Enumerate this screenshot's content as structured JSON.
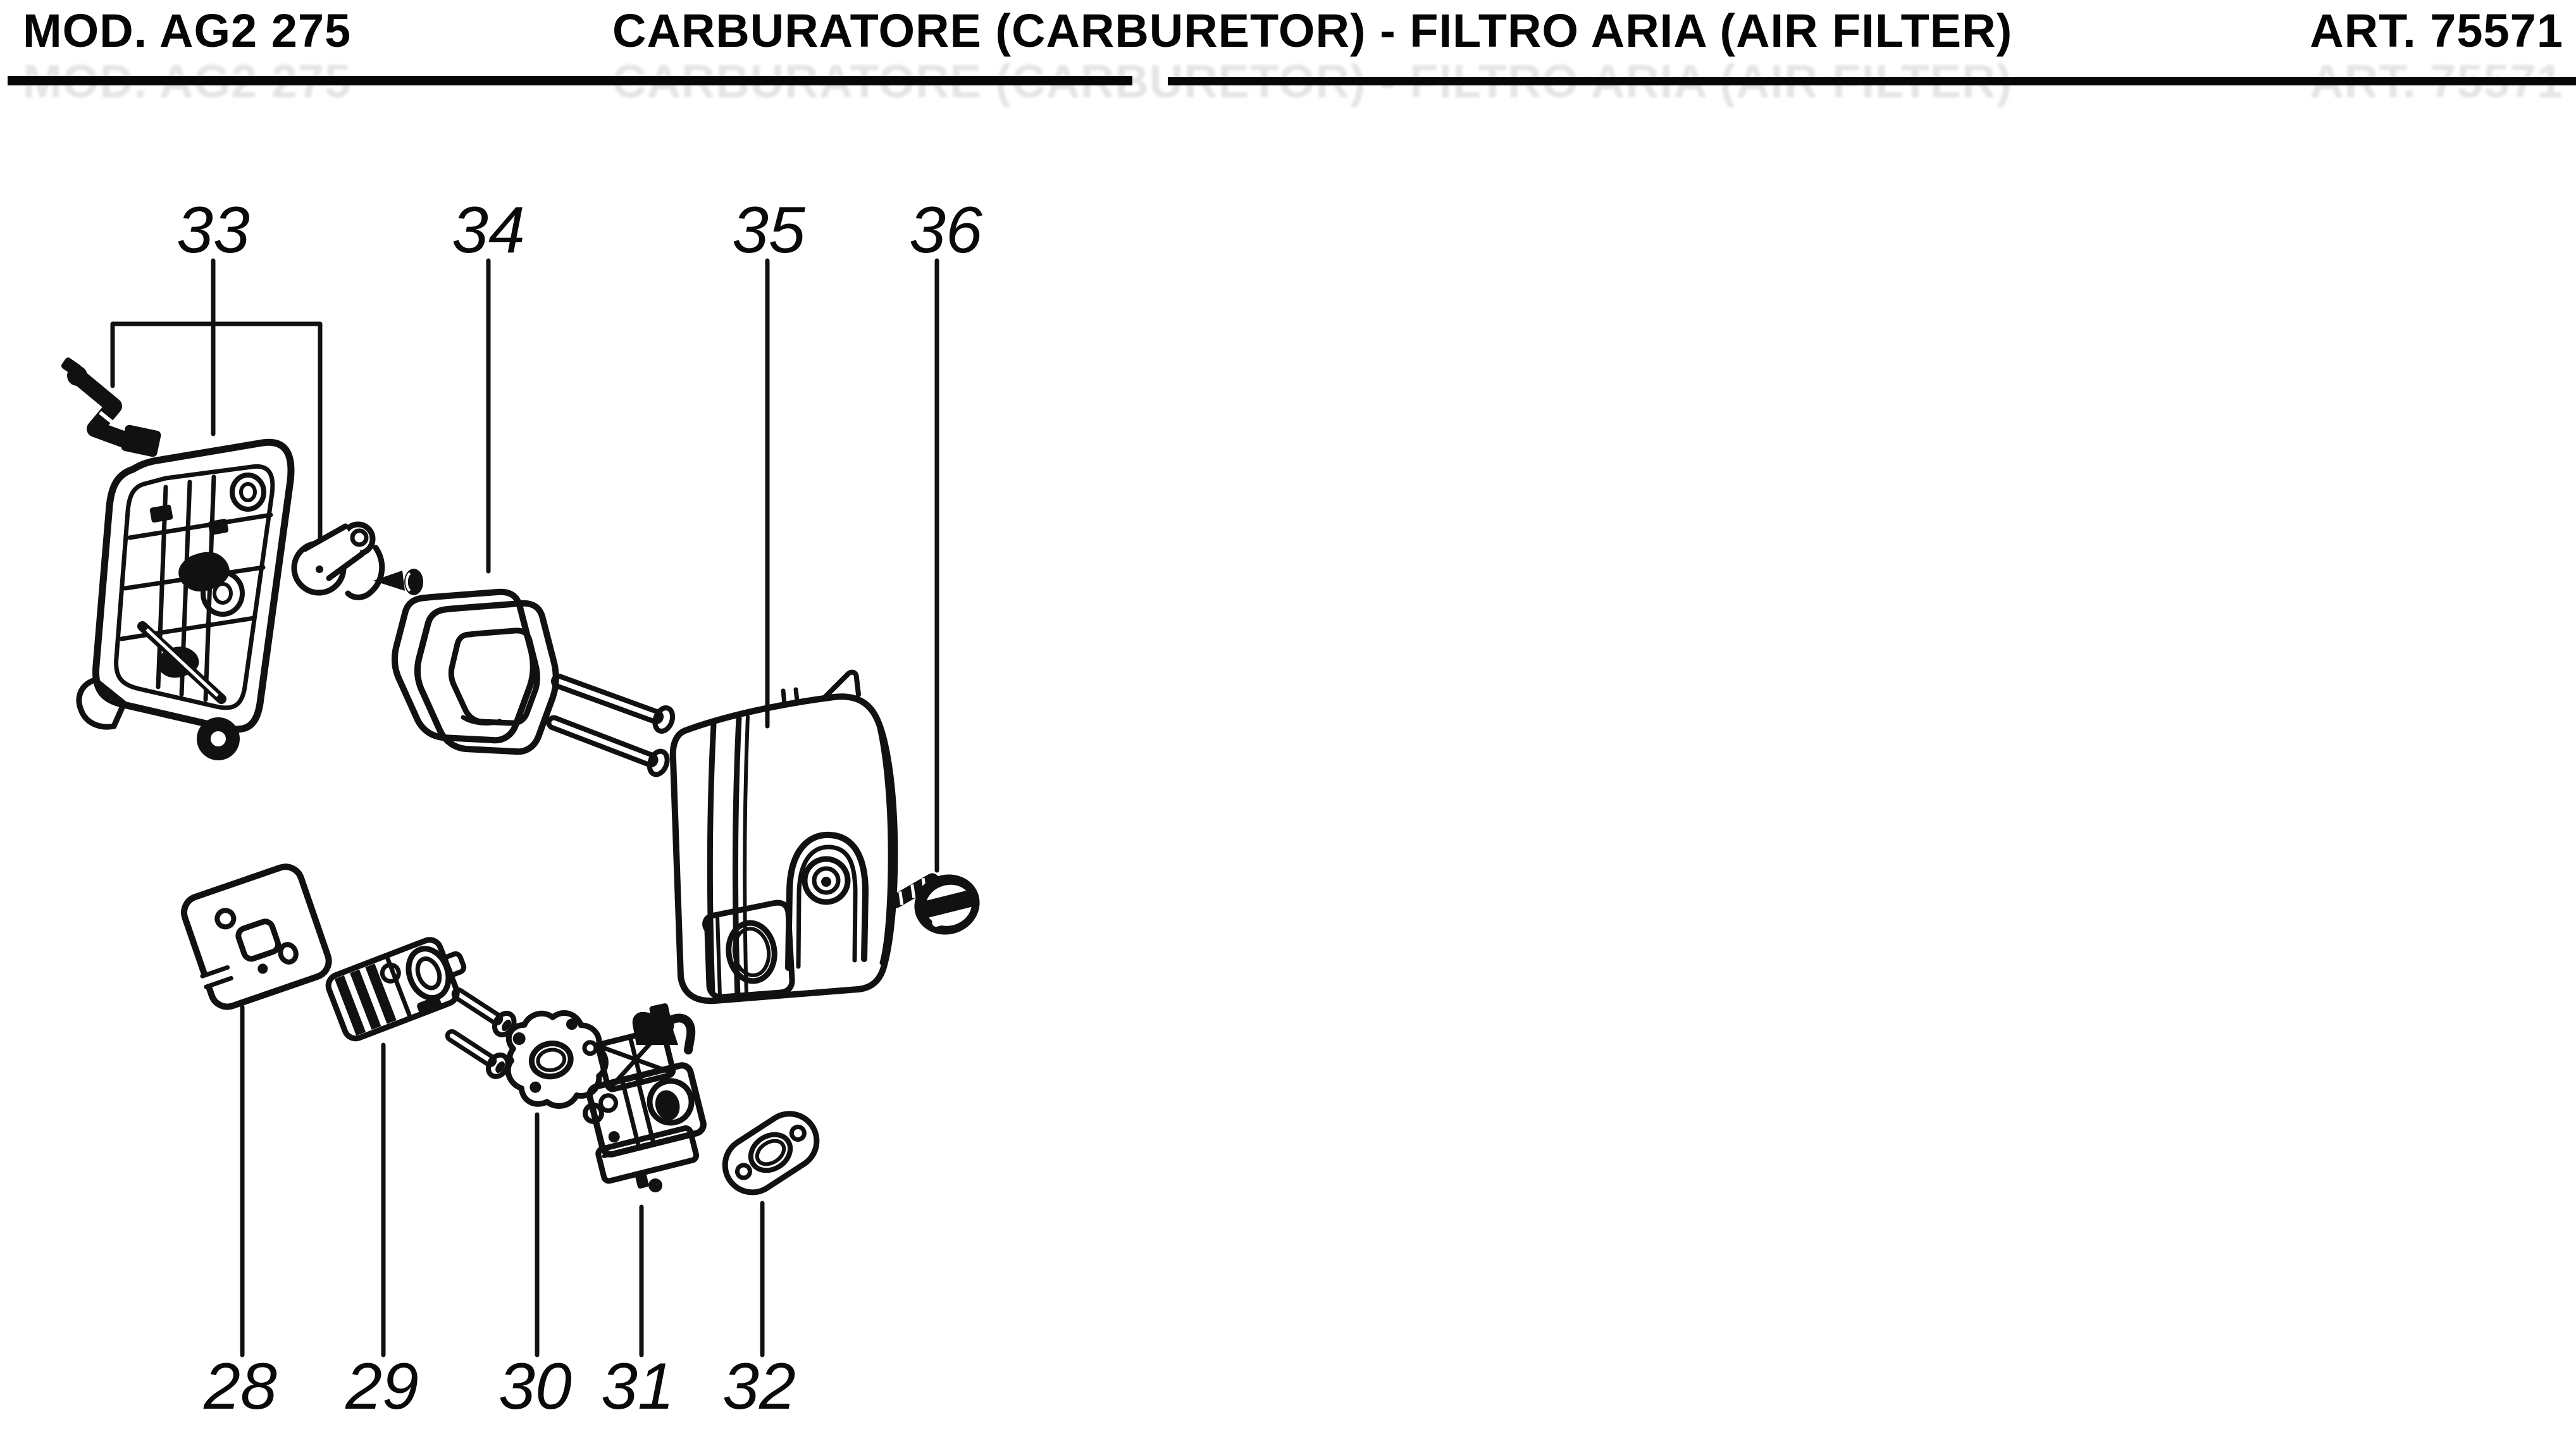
{
  "header": {
    "model": "MOD. AG2 275",
    "title": "CARBURATORE (CARBURETOR) - FILTRO ARIA (AIR FILTER)",
    "article": "ART. 75571"
  },
  "diagram": {
    "top_labels": [
      "33",
      "34",
      "35",
      "36"
    ],
    "bottom_labels": [
      "28",
      "29",
      "30",
      "31",
      "32"
    ]
  },
  "colors": {
    "ink": "#111111",
    "background": "#ffffff"
  }
}
